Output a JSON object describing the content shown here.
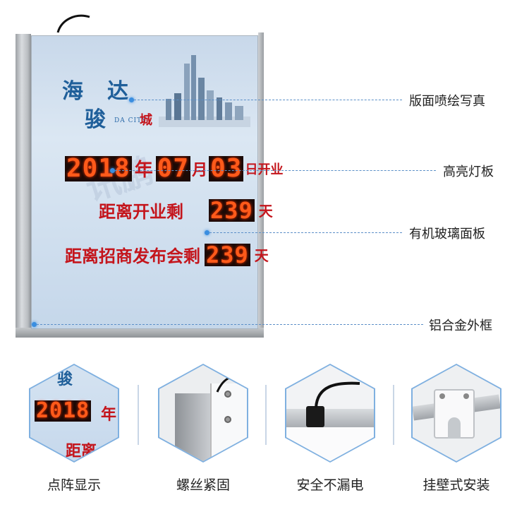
{
  "board": {
    "logo_line1": "海",
    "logo_line2": "骏",
    "logo_line3": "达",
    "logo_sub": "DA CITY",
    "logo_tag": "城",
    "year_digits": "2018",
    "year_unit": "年",
    "month_digits": "07",
    "month_unit": "月",
    "day_digits": "03",
    "day_unit": "日开业",
    "row2_label": "距离开业剩",
    "row2_digits": "239",
    "row2_unit": "天",
    "row3_label": "距离招商发布会剩",
    "row3_digits": "239",
    "row3_unit": "天",
    "watermark": "讯鹏"
  },
  "callouts": [
    {
      "label": "版面喷绘写真"
    },
    {
      "label": "高亮灯板"
    },
    {
      "label": "有机玻璃面板"
    },
    {
      "label": "铝合金外框"
    }
  ],
  "features": [
    {
      "caption": "点阵显示",
      "detail_digits": "2018",
      "detail_unit": "年",
      "detail_text": "距离",
      "detail_top": "骏"
    },
    {
      "caption": "螺丝紧固"
    },
    {
      "caption": "安全不漏电"
    },
    {
      "caption": "挂壁式安装"
    }
  ],
  "colors": {
    "accent_blue": "#3a8ee0",
    "led_orange": "#ff5a1a",
    "text_red": "#c4151c"
  }
}
